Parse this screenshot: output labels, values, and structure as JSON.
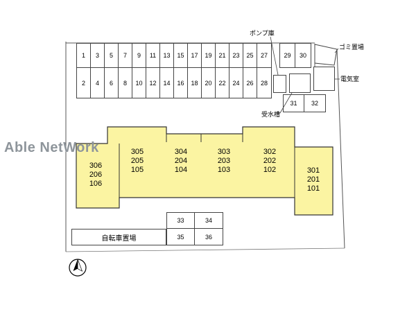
{
  "watermark": "Able NetWork",
  "site": {
    "pump_room_label": "ポンプ庫",
    "garbage_label": "ゴミ置場",
    "electric_room_label": "電気室",
    "water_tank_label": "受水槽",
    "bicycle_label": "自転車置場"
  },
  "parking": {
    "row_top": [
      "1",
      "3",
      "5",
      "7",
      "9",
      "11",
      "13",
      "15",
      "17",
      "19",
      "21",
      "23",
      "25",
      "27"
    ],
    "row_bottom": [
      "2",
      "4",
      "6",
      "8",
      "10",
      "12",
      "14",
      "16",
      "18",
      "20",
      "22",
      "24",
      "26",
      "28"
    ],
    "corner": [
      "29",
      "30"
    ],
    "mid": [
      "31",
      "32"
    ],
    "south": [
      "33",
      "34",
      "35",
      "36"
    ]
  },
  "building": {
    "fill": "#FBF4A2",
    "units": [
      {
        "text": "306\n206\n106"
      },
      {
        "text": "305\n205\n105"
      },
      {
        "text": "304\n204\n104"
      },
      {
        "text": "303\n203\n103"
      },
      {
        "text": "302\n202\n102"
      },
      {
        "text": "301\n201\n101"
      }
    ]
  },
  "colors": {
    "line": "#444444",
    "watermark": "#8E959B"
  }
}
